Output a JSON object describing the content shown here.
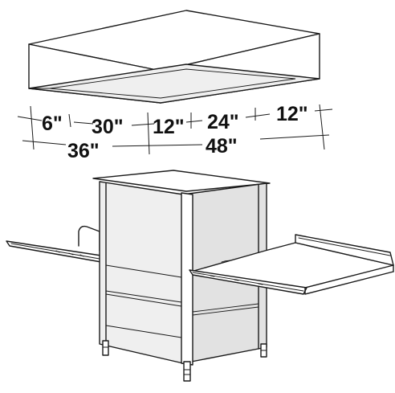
{
  "diagram": {
    "hood_dimensions": {
      "top_row": [
        "6\"",
        "30\"",
        "12\"",
        "24\"",
        "12\""
      ],
      "bottom_row": [
        "36\"",
        "48\""
      ]
    },
    "colors": {
      "line": "#1a1a1a",
      "panel": "#efefef",
      "background": "#ffffff"
    }
  }
}
